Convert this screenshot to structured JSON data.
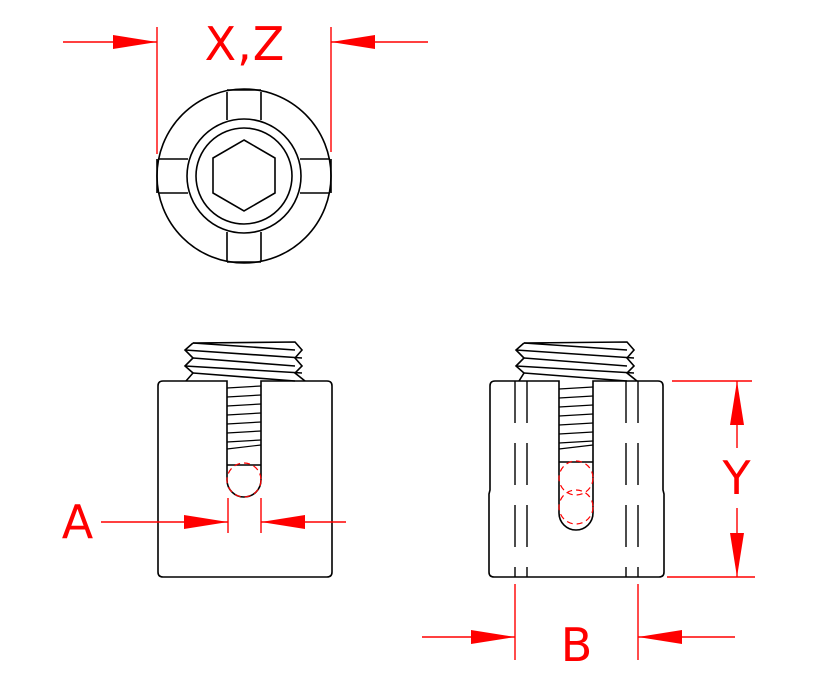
{
  "drawing": {
    "line_color": "#000000",
    "dimension_color": "#ff0000",
    "views": [
      {
        "name": "top-view",
        "description": "End view showing hex socket and four slots"
      },
      {
        "name": "front-view",
        "description": "Side view with threaded stud and single slot"
      },
      {
        "name": "side-view",
        "description": "Side view rotated 90 degrees with dashed relief lines"
      }
    ],
    "dimensions": {
      "xz": {
        "label": "X,Z"
      },
      "a": {
        "label": "A"
      },
      "b": {
        "label": "B"
      },
      "y": {
        "label": "Y"
      }
    }
  }
}
